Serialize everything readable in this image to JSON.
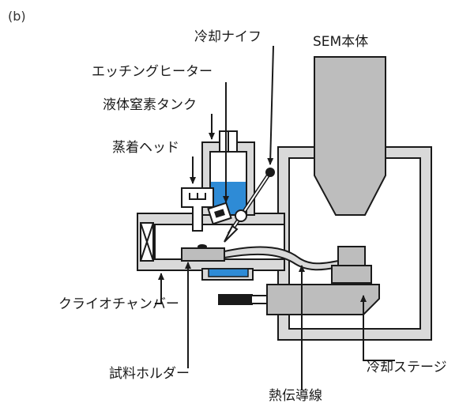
{
  "panel_label": "(b)",
  "labels": {
    "cooling_knife": "冷却ナイフ",
    "sem_body": "SEM本体",
    "etching_heater": "エッチングヒーター",
    "ln2_tank": "液体窒素タンク",
    "evaporation_head": "蒸着ヘッド",
    "cryo_chamber": "クライオチャンバー",
    "sample_holder": "試料ホルダー",
    "cooling_stage": "冷却ステージ",
    "thermal_wire": "熱伝導線"
  },
  "colors": {
    "liquid_nitrogen": "#2e8bd6",
    "metal_gray": "#bdbdbd",
    "outline": "#1a1a1a"
  }
}
